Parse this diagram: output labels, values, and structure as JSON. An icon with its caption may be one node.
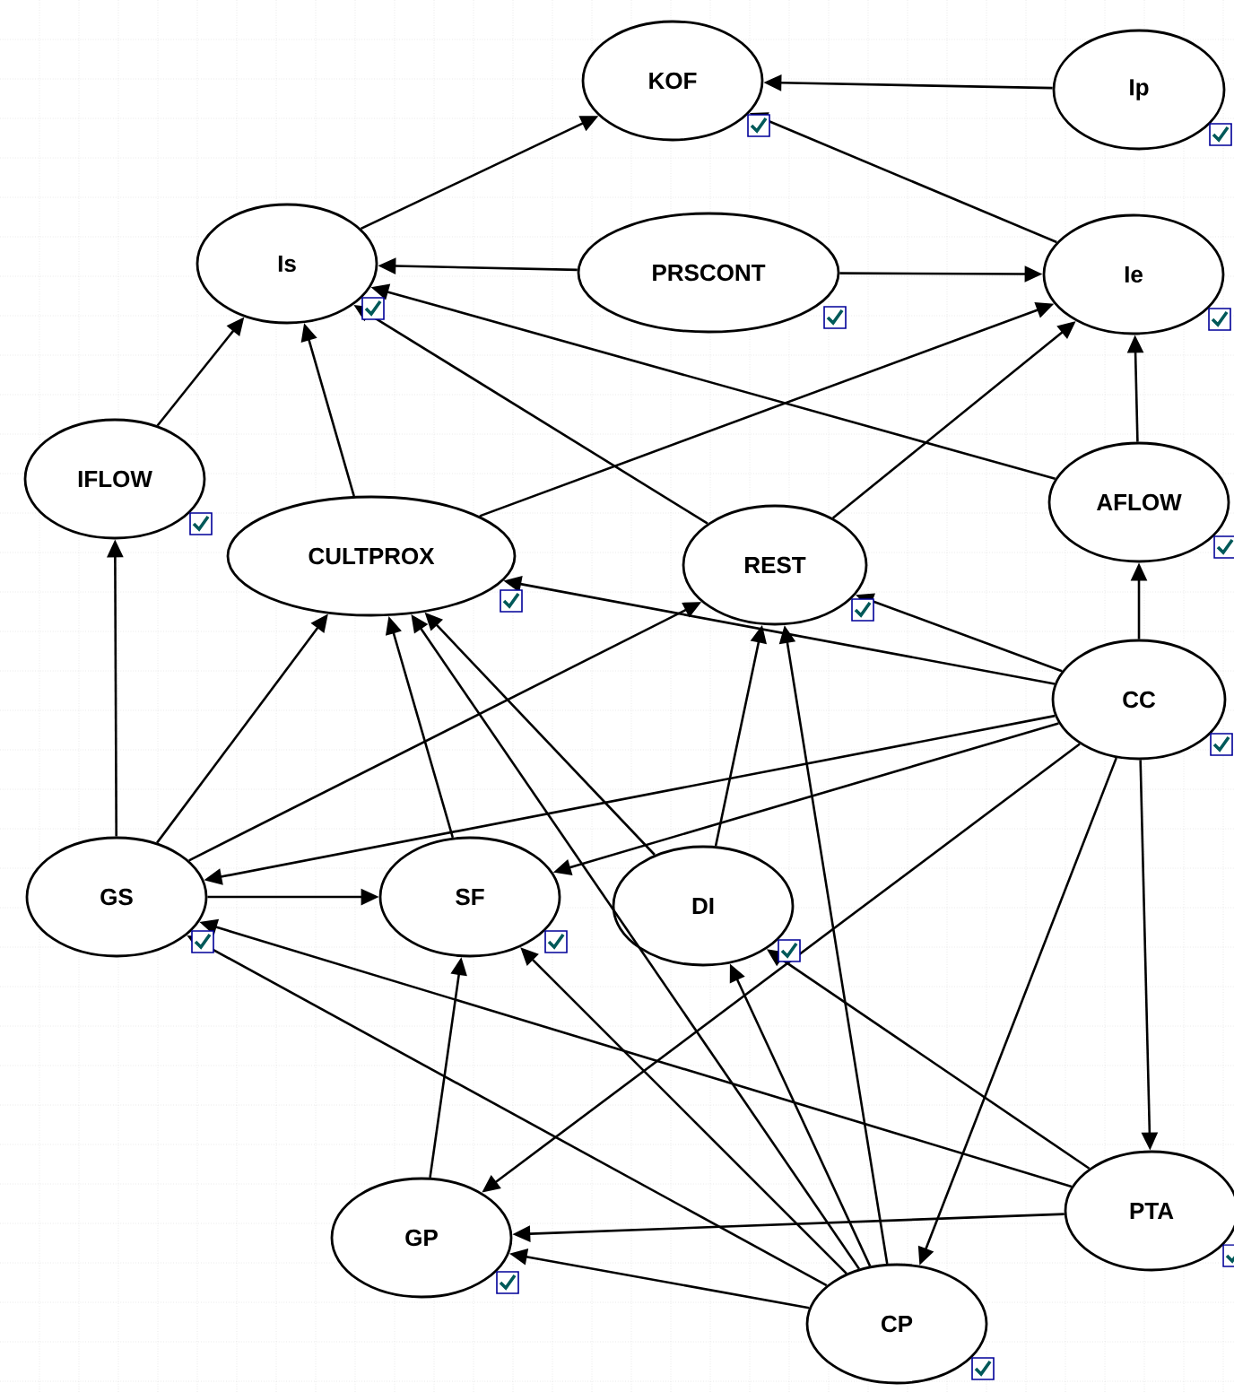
{
  "diagram": {
    "nodes": [
      {
        "text": [
          "KOF"
        ]
      },
      {
        "text": [
          "Ip"
        ]
      },
      {
        "text": [
          "Is"
        ]
      },
      {
        "text": [
          "PRSCONT"
        ]
      },
      {
        "text": [
          "Ie"
        ]
      },
      {
        "text": [
          "IFLOW"
        ]
      },
      {
        "text": [
          "AFLOW"
        ]
      },
      {
        "text": [
          "CULTPROX"
        ]
      },
      {
        "text": [
          "REST"
        ]
      },
      {
        "text": [
          "CC"
        ]
      },
      {
        "text": [
          "GS"
        ]
      },
      {
        "text": [
          "SF"
        ]
      },
      {
        "text": [
          "DI"
        ]
      },
      {
        "text": [
          "GP"
        ]
      },
      {
        "text": [
          "PTA"
        ]
      },
      {
        "text": [
          "CP"
        ]
      }
    ],
    "edges": [
      {
        "from": 1,
        "to": 0,
        "arrow": "to"
      },
      {
        "from": 2,
        "to": 0,
        "arrow": "to"
      },
      {
        "from": 4,
        "to": 0,
        "arrow": "to"
      },
      {
        "from": 3,
        "to": 2,
        "arrow": "to"
      },
      {
        "from": 3,
        "to": 4,
        "arrow": "to"
      },
      {
        "from": 5,
        "to": 2,
        "arrow": "to"
      },
      {
        "from": 7,
        "to": 2,
        "arrow": "to"
      },
      {
        "from": 8,
        "to": 2,
        "arrow": "to"
      },
      {
        "from": 6,
        "to": 2,
        "arrow": "to"
      },
      {
        "from": 7,
        "to": 4,
        "arrow": "to"
      },
      {
        "from": 8,
        "to": 4,
        "arrow": "to"
      },
      {
        "from": 6,
        "to": 4,
        "arrow": "to"
      },
      {
        "from": 9,
        "to": 6,
        "arrow": "to"
      },
      {
        "from": 9,
        "to": 8,
        "arrow": "to"
      },
      {
        "from": 9,
        "to": 7,
        "arrow": "to"
      },
      {
        "from": 10,
        "to": 5,
        "arrow": "to"
      },
      {
        "from": 10,
        "to": 7,
        "arrow": "to"
      },
      {
        "from": 10,
        "to": 8,
        "arrow": "to"
      },
      {
        "from": 9,
        "to": 10,
        "arrow": "to"
      },
      {
        "from": 9,
        "to": 11,
        "arrow": "to"
      },
      {
        "from": 11,
        "to": 7,
        "arrow": "to"
      },
      {
        "from": 12,
        "to": 7,
        "arrow": "to"
      },
      {
        "from": 15,
        "to": 7,
        "arrow": "to"
      },
      {
        "from": 12,
        "to": 8,
        "arrow": "to"
      },
      {
        "from": 15,
        "to": 8,
        "arrow": "to"
      },
      {
        "from": 9,
        "to": 13,
        "arrow": "to"
      },
      {
        "from": 9,
        "to": 15,
        "arrow": "to"
      },
      {
        "from": 9,
        "to": 14,
        "arrow": "to"
      },
      {
        "from": 10,
        "to": 11,
        "arrow": "to"
      },
      {
        "from": 14,
        "to": 10,
        "arrow": "to"
      },
      {
        "from": 15,
        "to": 10,
        "arrow": "to"
      },
      {
        "from": 13,
        "to": 11,
        "arrow": "to"
      },
      {
        "from": 15,
        "to": 11,
        "arrow": "to"
      },
      {
        "from": 15,
        "to": 12,
        "arrow": "to"
      },
      {
        "from": 14,
        "to": 12,
        "arrow": "to"
      },
      {
        "from": 14,
        "to": 13,
        "arrow": "to"
      },
      {
        "from": 15,
        "to": 13,
        "arrow": "to"
      }
    ]
  }
}
